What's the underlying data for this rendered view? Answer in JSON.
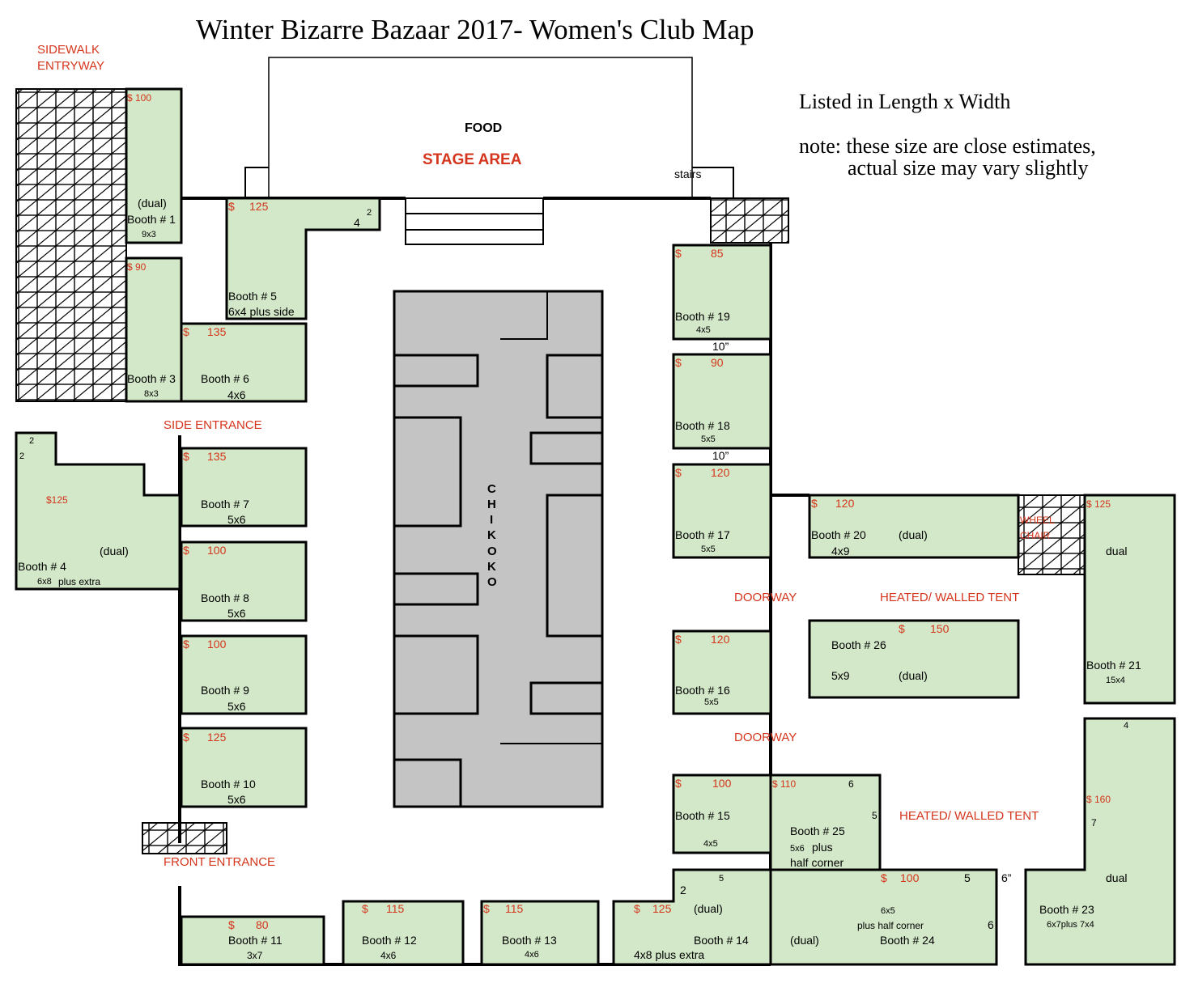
{
  "title": "Winter Bizarre Bazaar 2017- Women's Club Map",
  "legend_note_1": "Listed in Length x Width",
  "legend_note_2": "note: these size are close estimates,",
  "legend_note_3": "actual size may vary slightly",
  "areas": {
    "sidewalk_1": "SIDEWALK",
    "sidewalk_2": "ENTRYWAY",
    "food": "FOOD",
    "stage": "STAGE AREA",
    "stairs": "stairs",
    "side_entrance": "SIDE ENTRANCE",
    "front_entrance": "FRONT ENTRANCE",
    "doorway_1": "DOORWAY",
    "doorway_2": "DOORWAY",
    "tent_1": "HEATED/ WALLED TENT",
    "tent_2": "HEATED/ WALLED TENT",
    "wheel_1": "WHEEL",
    "wheel_2": "CHAIR",
    "chikoko": [
      "C",
      "H",
      "I",
      "K",
      "O",
      "K",
      "O"
    ],
    "gap_1": "10”",
    "gap_2": "10”",
    "gap_3": "6”"
  },
  "booths": {
    "b1": {
      "price": "$ 100",
      "tag": "(dual)",
      "name": "Booth # 1",
      "size": "9x3"
    },
    "b3": {
      "price": "$ 90",
      "name": "Booth # 3",
      "size": "8x3"
    },
    "b4": {
      "price": "$125",
      "tag": "(dual)",
      "name": "Booth # 4",
      "size": "6x8",
      "extra": "plus extra",
      "d1": "2",
      "d2": "2"
    },
    "b5": {
      "price_sym": "$",
      "price_val": "125",
      "name": "Booth # 5",
      "size": "6x4 plus side",
      "d1": "2",
      "d2": "4"
    },
    "b6": {
      "price_sym": "$",
      "price_val": "135",
      "name": "Booth # 6",
      "size": "4x6"
    },
    "b7": {
      "price_sym": "$",
      "price_val": "135",
      "name": "Booth # 7",
      "size": "5x6"
    },
    "b8": {
      "price_sym": "$",
      "price_val": "100",
      "name": "Booth # 8",
      "size": "5x6"
    },
    "b9": {
      "price_sym": "$",
      "price_val": "100",
      "name": "Booth # 9",
      "size": "5x6"
    },
    "b10": {
      "price_sym": "$",
      "price_val": "125",
      "name": "Booth # 10",
      "size": "5x6"
    },
    "b11": {
      "price_sym": "$",
      "price_val": "80",
      "name": "Booth # 11",
      "size": "3x7"
    },
    "b12": {
      "price_sym": "$",
      "price_val": "115",
      "name": "Booth # 12",
      "size": "4x6"
    },
    "b13": {
      "price_sym": "$",
      "price_val": "115",
      "name": "Booth # 13",
      "size": "4x6"
    },
    "b14": {
      "price_sym": "$",
      "price_val": "125",
      "tag": "(dual)",
      "name": "Booth # 14",
      "size": "4x8 plus extra",
      "d1": "2",
      "d2": "5"
    },
    "b15": {
      "price_sym": "$",
      "price_val": "100",
      "name": "Booth # 15",
      "size": "4x5"
    },
    "b16": {
      "price_sym": "$",
      "price_val": "120",
      "name": "Booth # 16",
      "size": "5x5"
    },
    "b17": {
      "price_sym": "$",
      "price_val": "120",
      "name": "Booth # 17",
      "size": "5x5"
    },
    "b18": {
      "price_sym": "$",
      "price_val": "90",
      "name": "Booth # 18",
      "size": "5x5"
    },
    "b19": {
      "price_sym": "$",
      "price_val": "85",
      "name": "Booth # 19",
      "size": "4x5"
    },
    "b20": {
      "price_sym": "$",
      "price_val": "120",
      "tag": "(dual)",
      "name": "Booth # 20",
      "size": "4x9"
    },
    "b21": {
      "price": "$ 125",
      "tag": "dual",
      "name": "Booth # 21",
      "size": "15x4"
    },
    "b23": {
      "price": "$ 160",
      "tag": "dual",
      "name": "Booth # 23",
      "size": "6x7plus 7x4",
      "d1": "4",
      "d2": "7"
    },
    "b24": {
      "price_sym": "$",
      "price_val": "100",
      "name": "Booth # 24",
      "size": "6x5",
      "extra": "plus half corner",
      "d1": "5",
      "d2": "6"
    },
    "b25": {
      "price": "$ 110",
      "tag": "(dual)",
      "name": "Booth # 25",
      "size": "5x6",
      "extra1": "plus",
      "extra2": "half corner",
      "d1": "6",
      "d2": "5"
    },
    "b26": {
      "price_sym": "$",
      "price_val": "150",
      "tag": "(dual)",
      "name": "Booth # 26",
      "size": "5x9"
    }
  },
  "colors": {
    "booth_fill": "#d3e8c8",
    "chikoko_fill": "#c4c4c4",
    "label_red": "#d4351c"
  }
}
